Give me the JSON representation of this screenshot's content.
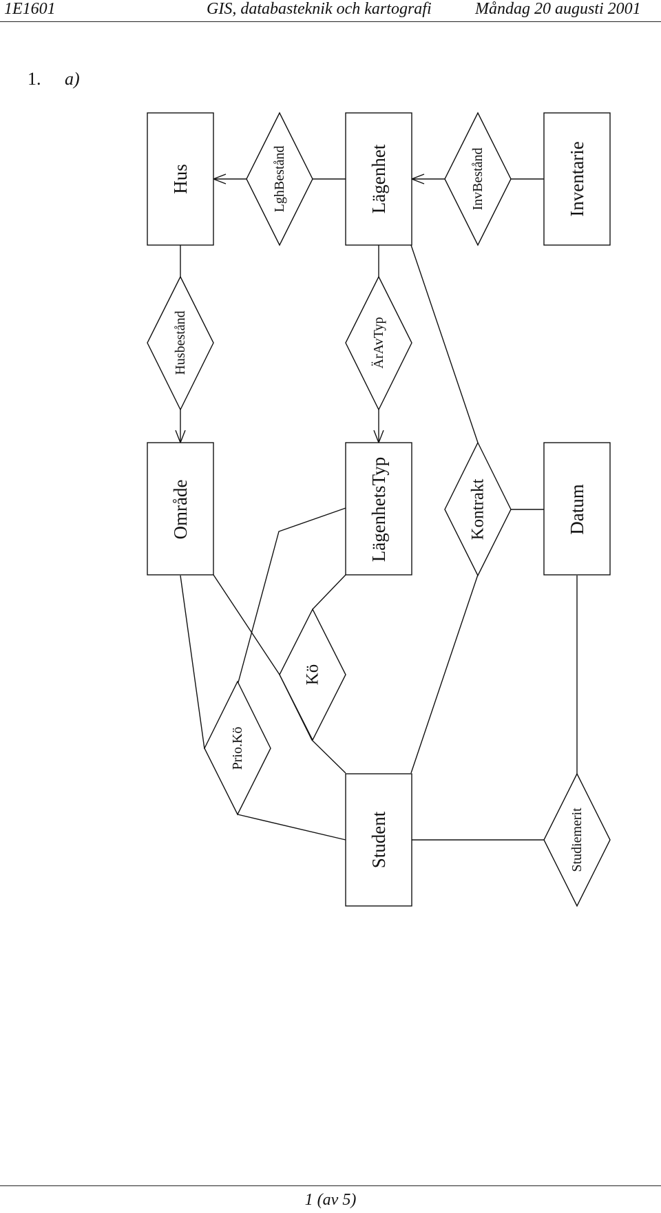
{
  "header": {
    "course_code": "1E1601",
    "course_name": "GIS, databasteknik och kartografi",
    "date": "Måndag 20 augusti 2001"
  },
  "problem": {
    "number": "1.",
    "part": "a)"
  },
  "diagram": {
    "entities": [
      {
        "id": "hus",
        "label": "Hus"
      },
      {
        "id": "lagenhet",
        "label": "Lägenhet"
      },
      {
        "id": "inventarie",
        "label": "Inventarie"
      },
      {
        "id": "omrade",
        "label": "Område"
      },
      {
        "id": "lagenhetstyp",
        "label": "LägenhetsTyp"
      },
      {
        "id": "datum",
        "label": "Datum"
      },
      {
        "id": "student",
        "label": "Student"
      }
    ],
    "relationships": [
      {
        "id": "lghbestand",
        "label": "LghBestånd"
      },
      {
        "id": "invbestand",
        "label": "InvBestånd"
      },
      {
        "id": "husbestand",
        "label": "Husbestånd"
      },
      {
        "id": "aravtyp",
        "label": "ÄrAvTyp"
      },
      {
        "id": "kontrakt",
        "label": "Kontrakt"
      },
      {
        "id": "ko",
        "label": "Kö"
      },
      {
        "id": "prioko",
        "label": "Prio.Kö"
      },
      {
        "id": "studiemerit",
        "label": "Studiemerit"
      }
    ]
  },
  "footer": {
    "page": "1 (av 5)"
  }
}
